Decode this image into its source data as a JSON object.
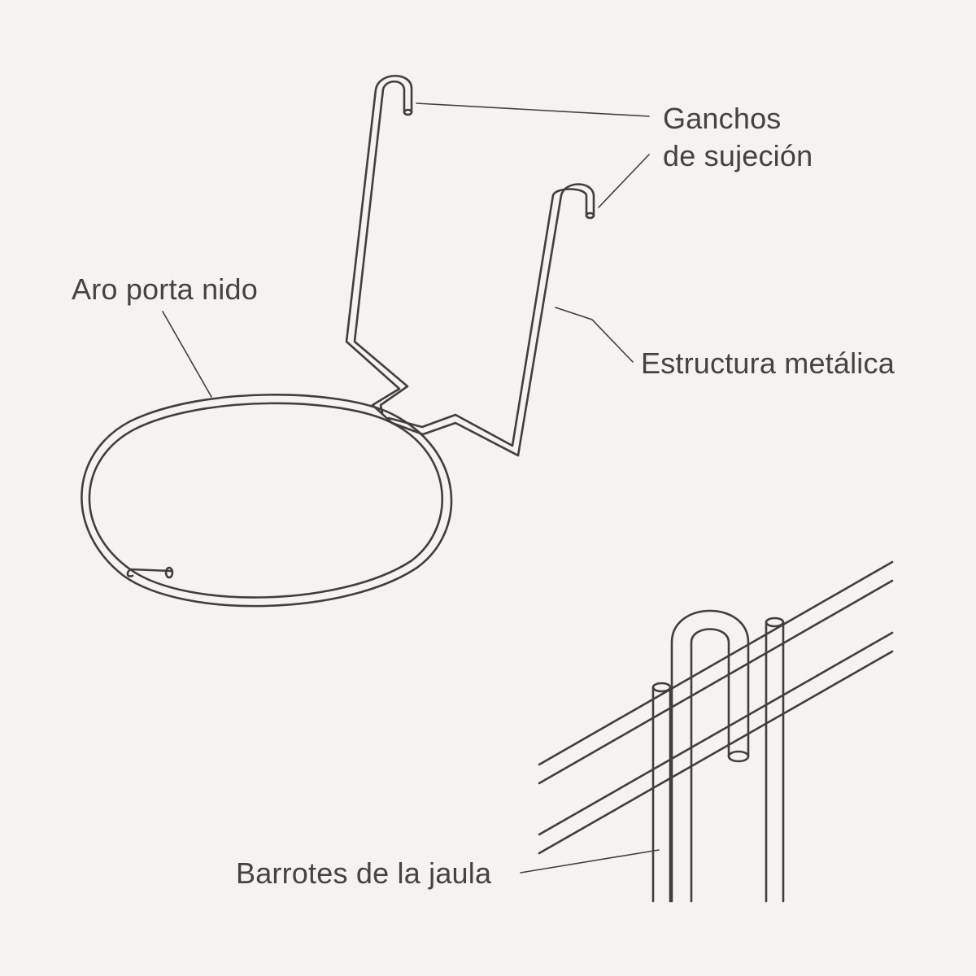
{
  "labels": {
    "ring": "Aro porta nido",
    "hooks_line1": "Ganchos",
    "hooks_line2": "de sujeción",
    "frame": "Estructura metálica",
    "bars": "Barrotes de la jaula"
  },
  "colors": {
    "background": "#f4f3ef",
    "line": "#3f3f3b",
    "text": "#44443f"
  }
}
